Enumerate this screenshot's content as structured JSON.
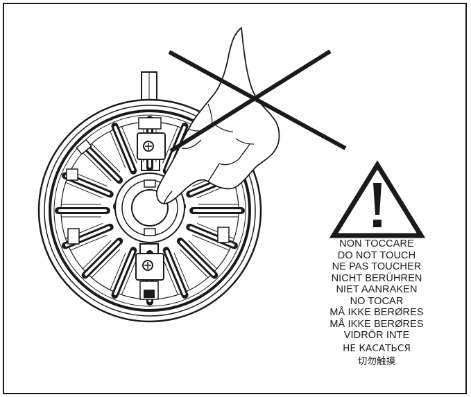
{
  "diagram": {
    "icons": {
      "prohibition": "cross-out-x",
      "caution": "exclamation-triangle",
      "hand": "pointing-finger-hand",
      "device": "round-camera-base-mount"
    },
    "colors": {
      "line": "#1a1a1a",
      "background": "#ffffff"
    }
  },
  "warnings": [
    "NON TOCCARE",
    "DO NOT TOUCH",
    "NE PAS TOUCHER",
    "NICHT BERÜHREN",
    "NIET AANRAKEN",
    "NO TOCAR",
    "MÅ IKKE BERØRES",
    "MÅ IKKE BERØRES",
    "VIDRÖR INTE",
    "НЕ КАСАТЬСЯ",
    "切勿触摸"
  ]
}
